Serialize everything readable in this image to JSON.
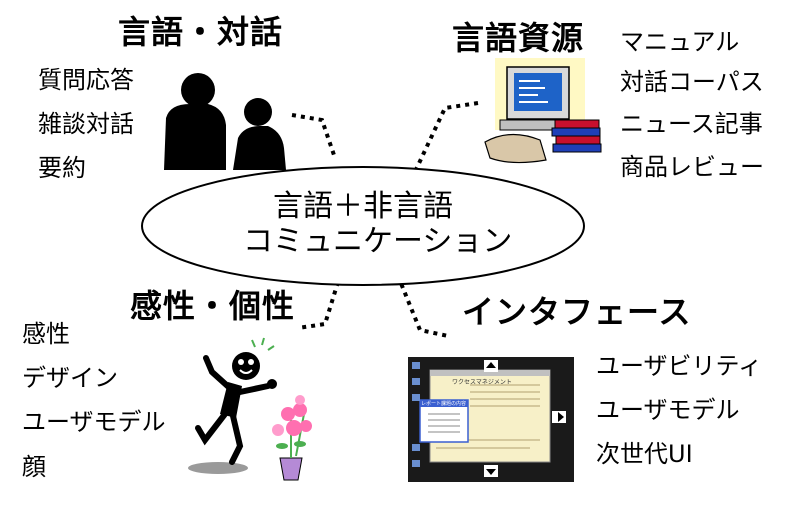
{
  "center": {
    "line1": "言語＋非言語",
    "line2": "コミュニケーション"
  },
  "top_left": {
    "title": "言語・対話",
    "items": [
      "質問応答",
      "雑談対話",
      "要約"
    ]
  },
  "top_right": {
    "title": "言語資源",
    "items": [
      "マニュアル",
      "対話コーパス",
      "ニュース記事",
      "商品レビュー"
    ]
  },
  "bottom_left": {
    "title": "感性・個性",
    "items": [
      "感性",
      "デザイン",
      "ユーザモデル",
      "顔"
    ]
  },
  "bottom_right": {
    "title": "インタフェース",
    "items": [
      "ユーザビリティ",
      "ユーザモデル",
      "次世代UI"
    ]
  },
  "screen_window": {
    "title": "ワクセスマネジメント",
    "dialog_title": "レポート課題の内容"
  },
  "colors": {
    "ink": "#000000",
    "paper_yellow": "#fff9c4",
    "monitor_blue": "#1e63c8",
    "book_red": "#c8102e",
    "book_blue": "#1f3fb8",
    "flower_pink": "#ff6fb0",
    "leaf_green": "#4caf50",
    "screen_bg": "#1a1a1a",
    "window_bg": "#f7f0c8",
    "dialog_border": "#3a5fd0"
  }
}
